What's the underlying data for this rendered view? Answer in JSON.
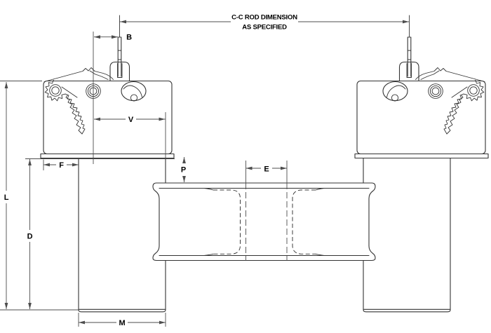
{
  "title": {
    "line1": "C-C ROD DIMENSION",
    "line2": "AS SPECIFIED"
  },
  "labels": {
    "B": "B",
    "V": "V",
    "F": "F",
    "P": "P",
    "E": "E",
    "L": "L",
    "D": "D",
    "M": "M"
  },
  "colors": {
    "background": "#ffffff",
    "object_line": "#333333",
    "dimension_line": "#4d4d4d",
    "text": "#000000"
  }
}
